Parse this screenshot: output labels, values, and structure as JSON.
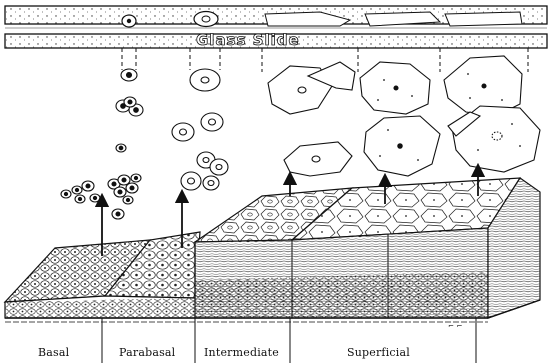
{
  "slide": {
    "label": "Glass Slide"
  },
  "layers": [
    {
      "key": "basal",
      "label": "Basal"
    },
    {
      "key": "parabasal",
      "label": "Parabasal"
    },
    {
      "key": "intermediate",
      "label": "Intermediate"
    },
    {
      "key": "superficial",
      "label": "Superficial"
    }
  ],
  "signature": "⌐ ⌐"
}
